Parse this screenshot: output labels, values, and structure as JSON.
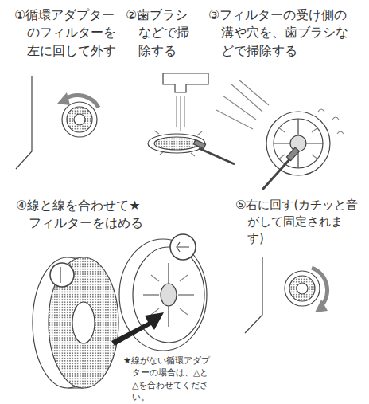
{
  "diagram": {
    "labels": [
      "①循環アダプターのフィルターを左に回して外す",
      "②歯ブラシなどで掃除する",
      "③フィルターの受け側の溝や穴を、歯ブラシなどで掃除する",
      "④線と線を合わせて★フィルターをはめる",
      "⑤右に回す(カチッと音がして固定されます)",
      "★線がない循環アダプターの場合は、△と△を合わせてください。"
    ]
  }
}
